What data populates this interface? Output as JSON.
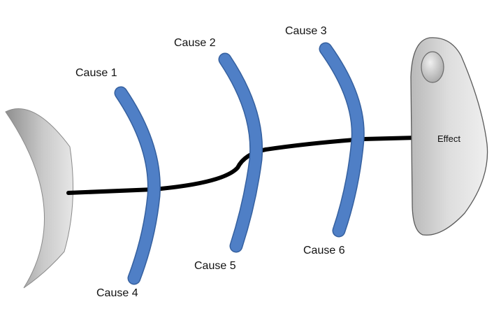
{
  "effect": {
    "label": "Effect"
  },
  "causes": [
    {
      "id": 1,
      "label": "Cause 1"
    },
    {
      "id": 2,
      "label": "Cause 2"
    },
    {
      "id": 3,
      "label": "Cause 3"
    },
    {
      "id": 4,
      "label": "Cause 4"
    },
    {
      "id": 5,
      "label": "Cause 5"
    },
    {
      "id": 6,
      "label": "Cause 6"
    }
  ],
  "colors": {
    "bone": "#4f7fc6",
    "bone_stroke": "#35609f",
    "spine": "#000000",
    "head_fill": "#d9d9d9",
    "head_stroke": "#5a5a5a",
    "tail_fill": "#d2d2d2"
  }
}
